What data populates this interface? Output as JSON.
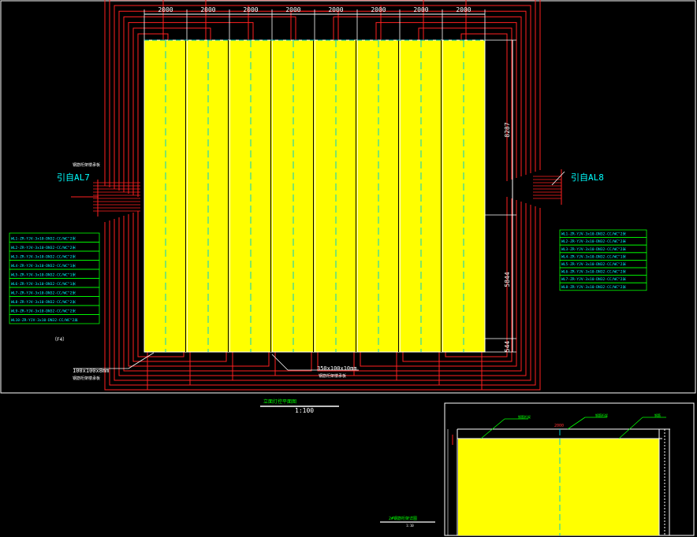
{
  "colors": {
    "background": "#000000",
    "panel": "#ffff00",
    "frame": "#ffffff",
    "wire": "#ff2020",
    "centerline": "#00cccc",
    "table_border": "#00ff00",
    "text_green": "#00ff00",
    "text_cyan": "#00ffff",
    "text_white": "#ffffff"
  },
  "main": {
    "top_dims": [
      "2000",
      "2000",
      "2000",
      "2000",
      "2000",
      "2000",
      "2000",
      "2000"
    ],
    "right_dims": [
      "8287",
      "5844",
      "544"
    ],
    "left_source": "引自AL7",
    "right_source": "引自AL8",
    "left_circuits": [
      "WL1-ZR-YJV-3x10-DN32-CC/WC\"2米",
      "WL2-ZR-YJV-3x10-DN32-CC/WC\"2米",
      "WL3-ZR-YJV-3x10-DN32-CC/WC\"2米",
      "WL4-ZR-YJV-3x10-DN32-CC/WC\"1米",
      "WL5-ZR-YJV-3x10-DN32-CC/WC\"1米",
      "WL6-ZR-YJV-3x10-DN32-CC/WC\"1米",
      "WL7-ZR-YJV-3x10-DN32-CC/WC\"2米",
      "WL8-ZR-YJV-3x10-DN32-CC/WC\"2米",
      "WL9-ZR-YJV-3x10-DN32-CC/WC\"2米",
      "WL10-ZR-YJV-3x10-DN32-CC/WC\"2米"
    ],
    "right_circuits": [
      "WL1-ZR-YJV-3x10-DN32-CC/WC\"2米",
      "WL2-ZR-YJV-3x10-DN32-CC/WC\"2米",
      "WL3-ZR-YJV-3x10-DN32-CC/WC\"2米",
      "WL4-ZR-YJV-3x10-DN32-CC/WC\"1米",
      "WL5-ZR-YJV-3x10-DN32-CC/WC\"2米",
      "WL6-ZR-YJV-3x10-DN32-CC/WC\"2米",
      "WL7-ZR-YJV-3x10-DN32-CC/WC\"2米",
      "WL8-ZR-YJV-3x10-DN32-CC/WC\"2米"
    ],
    "note_top_left": "钢筋桁架楼承板",
    "note_f4": "（F4）",
    "callout_left_1": "100x100x8mm",
    "callout_left_2": "钢筋桁架楼承板",
    "callout_center_1": "350x100x10mm",
    "callout_center_2": "钢筋桁架楼承板"
  },
  "title_block": {
    "title": "立面灯控平面图",
    "scale": "1:100"
  },
  "detail": {
    "top_dim": "2000",
    "label_1": "钢筋桁架",
    "label_2": "钢筋桁架",
    "label_3": "钢筋",
    "caption": "2#钢筋桁架详图",
    "caption_scale": "1:10"
  }
}
